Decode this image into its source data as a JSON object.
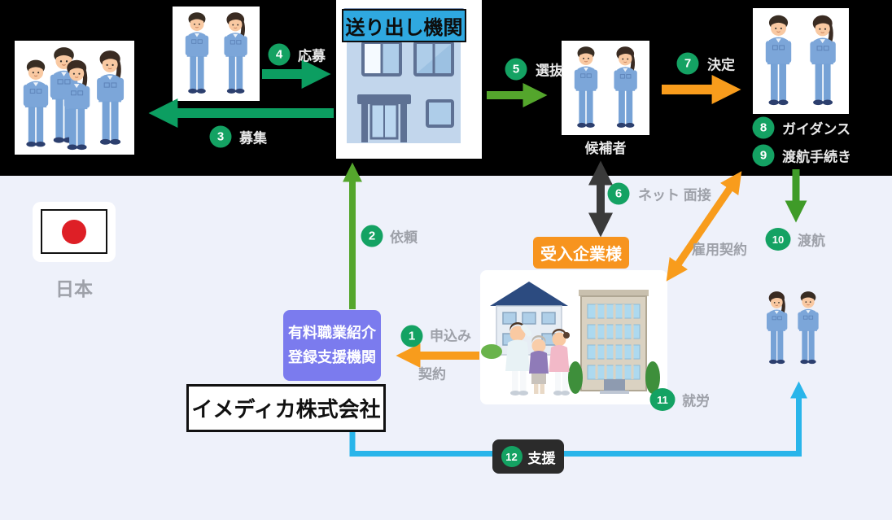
{
  "entities": {
    "sending_org": "送り出し機関",
    "candidates": "候補者",
    "receiving_company": "受入企業様",
    "agency_line1": "有料職業紹介",
    "agency_line2": "登録支援機関",
    "company_name": "イメディカ株式会社",
    "country": "日本",
    "employment_contract": "雇用契約"
  },
  "steps": {
    "s1": {
      "num": "1",
      "label": "申込み",
      "label2": "契約"
    },
    "s2": {
      "num": "2",
      "label": "依頼"
    },
    "s3": {
      "num": "3",
      "label": "募集"
    },
    "s4": {
      "num": "4",
      "label": "応募"
    },
    "s5": {
      "num": "5",
      "label": "選抜"
    },
    "s6": {
      "num": "6",
      "label": "ネット 面接"
    },
    "s7": {
      "num": "7",
      "label": "決定"
    },
    "s8": {
      "num": "8",
      "label": "ガイダンス"
    },
    "s9": {
      "num": "9",
      "label": "渡航手続き"
    },
    "s10": {
      "num": "10",
      "label": "渡航"
    },
    "s11": {
      "num": "11",
      "label": "就労"
    },
    "s12": {
      "num": "12",
      "label": "支援"
    }
  },
  "icons": {
    "workers_pool": "workers-group-illustration",
    "applicants": "applicants-pair-illustration",
    "sending_building": "sending-org-building-illustration",
    "candidates_pair": "candidates-pair-illustration",
    "selected_pair": "selected-workers-illustration",
    "receiving_facility": "receiving-company-illustration",
    "japan_flag": "japan-flag-icon",
    "arrived_pair": "arrived-workers-illustration"
  },
  "colors": {
    "background_top": "#000000",
    "background_bottom": "#EEF1FA",
    "emerald_arrow": "#0C9E61",
    "green_arrow": "#54A62C",
    "dark_green_arrow": "#3F9B28",
    "orange": "#F89C1C",
    "receiving_box_orange": "#F7941E",
    "sending_label_blue": "#2FA8E0",
    "agency_purple": "#7B7BEE",
    "support_blue": "#29B5EA",
    "badge_green": "#14A263",
    "flag_red": "#DE1F26"
  }
}
